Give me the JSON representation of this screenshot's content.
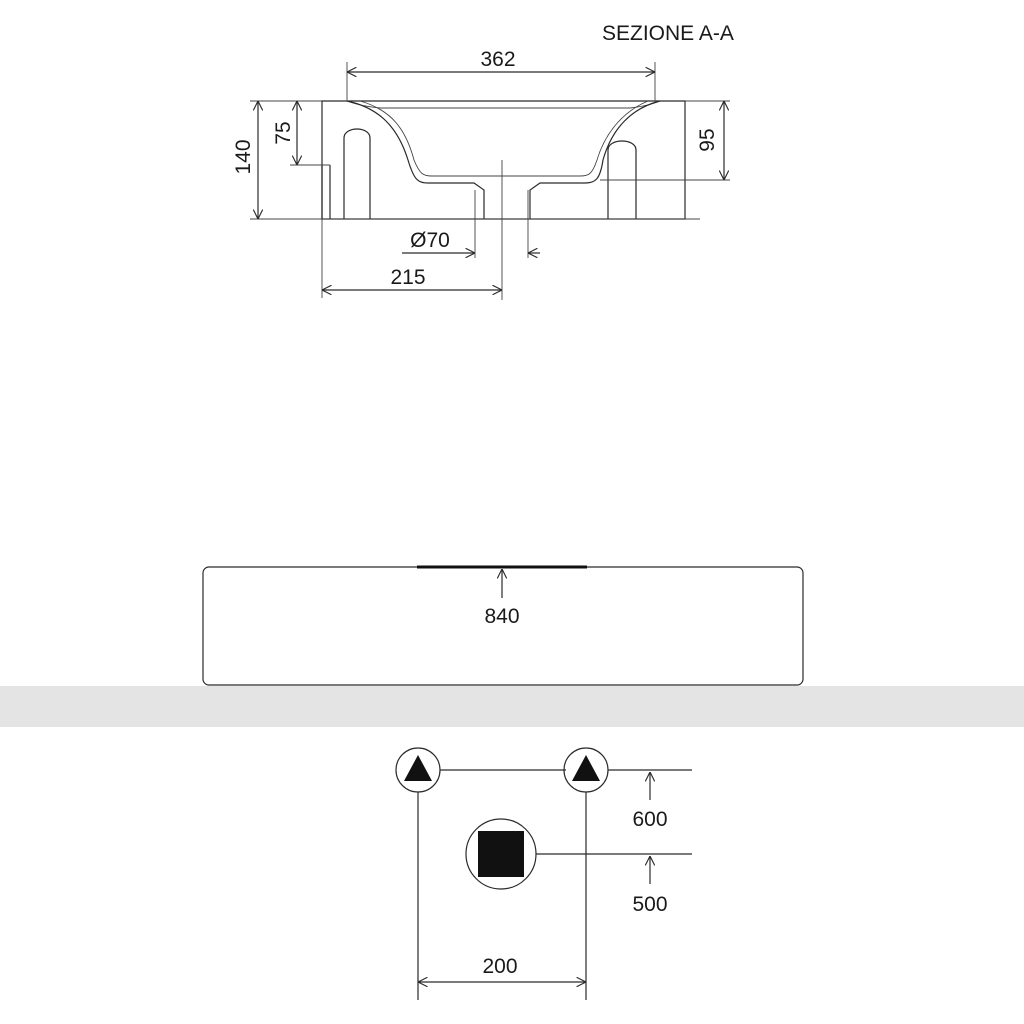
{
  "section": {
    "title": "SEZIONE A-A",
    "dims": {
      "width_top": "362",
      "height_total": "140",
      "height_75": "75",
      "height_95": "95",
      "drain_diameter": "Ø70",
      "offset_215": "215"
    }
  },
  "front": {
    "dim_840": "840"
  },
  "layout": {
    "dim_600": "600",
    "dim_500": "500",
    "dim_200": "200"
  },
  "colors": {
    "line": "#2a2a2a",
    "separator_band": "#e3e4e3",
    "fill": "#111111"
  },
  "icons": {
    "supply_symbol": "triangle-in-circle-icon",
    "waste_symbol": "square-in-circle-icon"
  }
}
